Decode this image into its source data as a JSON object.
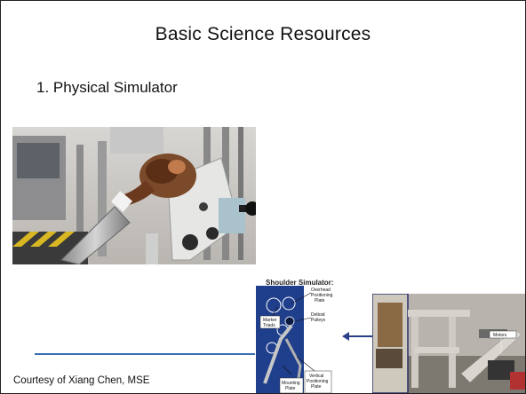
{
  "slide": {
    "title": "Basic Science Resources",
    "bullet": "1.  Physical Simulator",
    "caption": "Courtesy of Xiang Chen, MSE"
  },
  "figure": {
    "title": "Shoulder Simulator:",
    "labels": {
      "overhead": [
        "Overhead",
        "Positioning",
        "Plate"
      ],
      "marker": [
        "Marker",
        "Triads"
      ],
      "deltoid": [
        "Deltoid",
        "Pulleys"
      ],
      "mounting": [
        "Mounting",
        "Plate"
      ],
      "vertical": [
        "Vertical",
        "Positioning",
        "Plate"
      ],
      "motors": "Motors"
    }
  },
  "colors": {
    "accent_rule": "#3b6fb5",
    "diagram_bg": "#1f3f8c"
  }
}
